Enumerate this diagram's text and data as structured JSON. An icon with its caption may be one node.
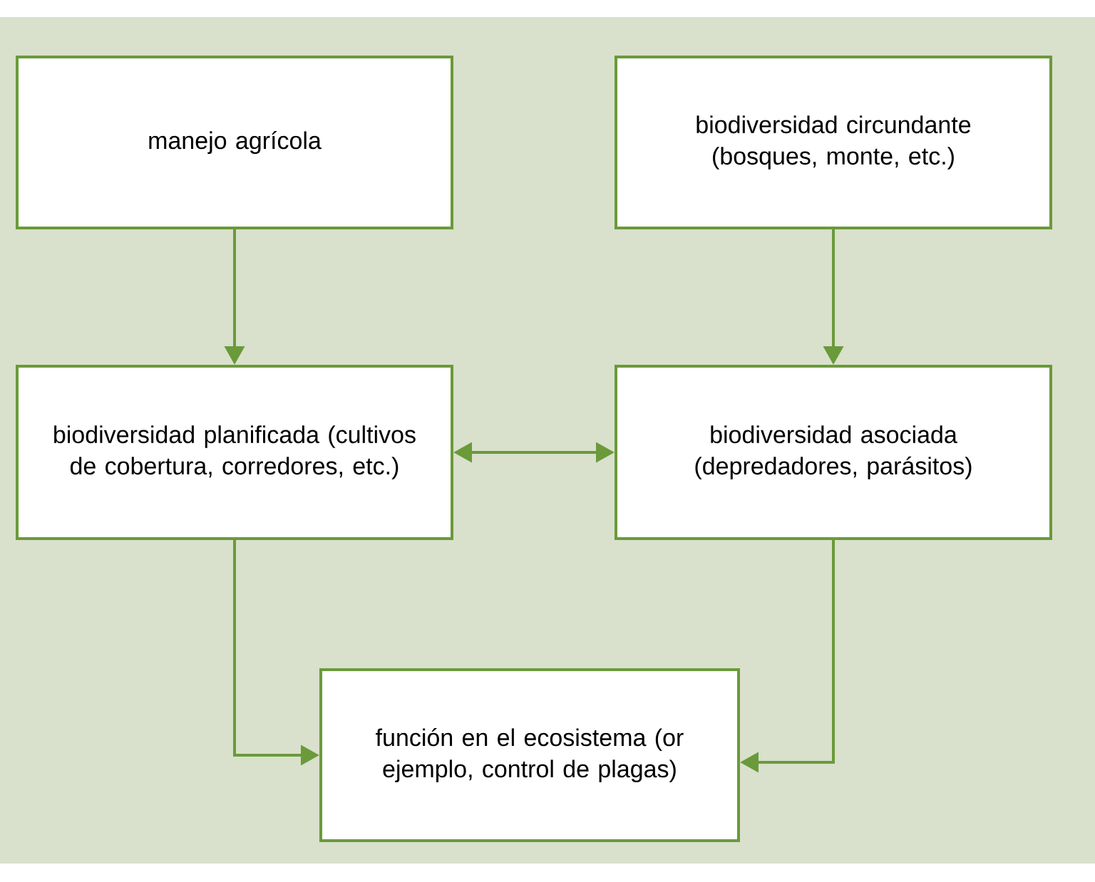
{
  "diagram": {
    "nodes": [
      {
        "text": [
          "manejo agrícola"
        ]
      },
      {
        "text": [
          "biodiversidad circundante (bosques, monte, etc.)"
        ]
      },
      {
        "text": [
          "biodiversidad planificada (cultivos de cobertura, corredores, etc.)"
        ]
      },
      {
        "text": [
          "biodiversidad asociada (depredadores, parásitos)"
        ]
      },
      {
        "text": [
          "función en el ecosistema (or ejemplo, control de plagas)"
        ]
      }
    ],
    "edges": [
      {
        "from": 0,
        "to": 2,
        "arrow": "to"
      },
      {
        "from": 1,
        "to": 3,
        "arrow": "to"
      },
      {
        "from": 2,
        "to": 3,
        "arrow": "both"
      },
      {
        "from": 2,
        "to": 4,
        "arrow": "to"
      },
      {
        "from": 3,
        "to": 4,
        "arrow": "to"
      }
    ]
  }
}
